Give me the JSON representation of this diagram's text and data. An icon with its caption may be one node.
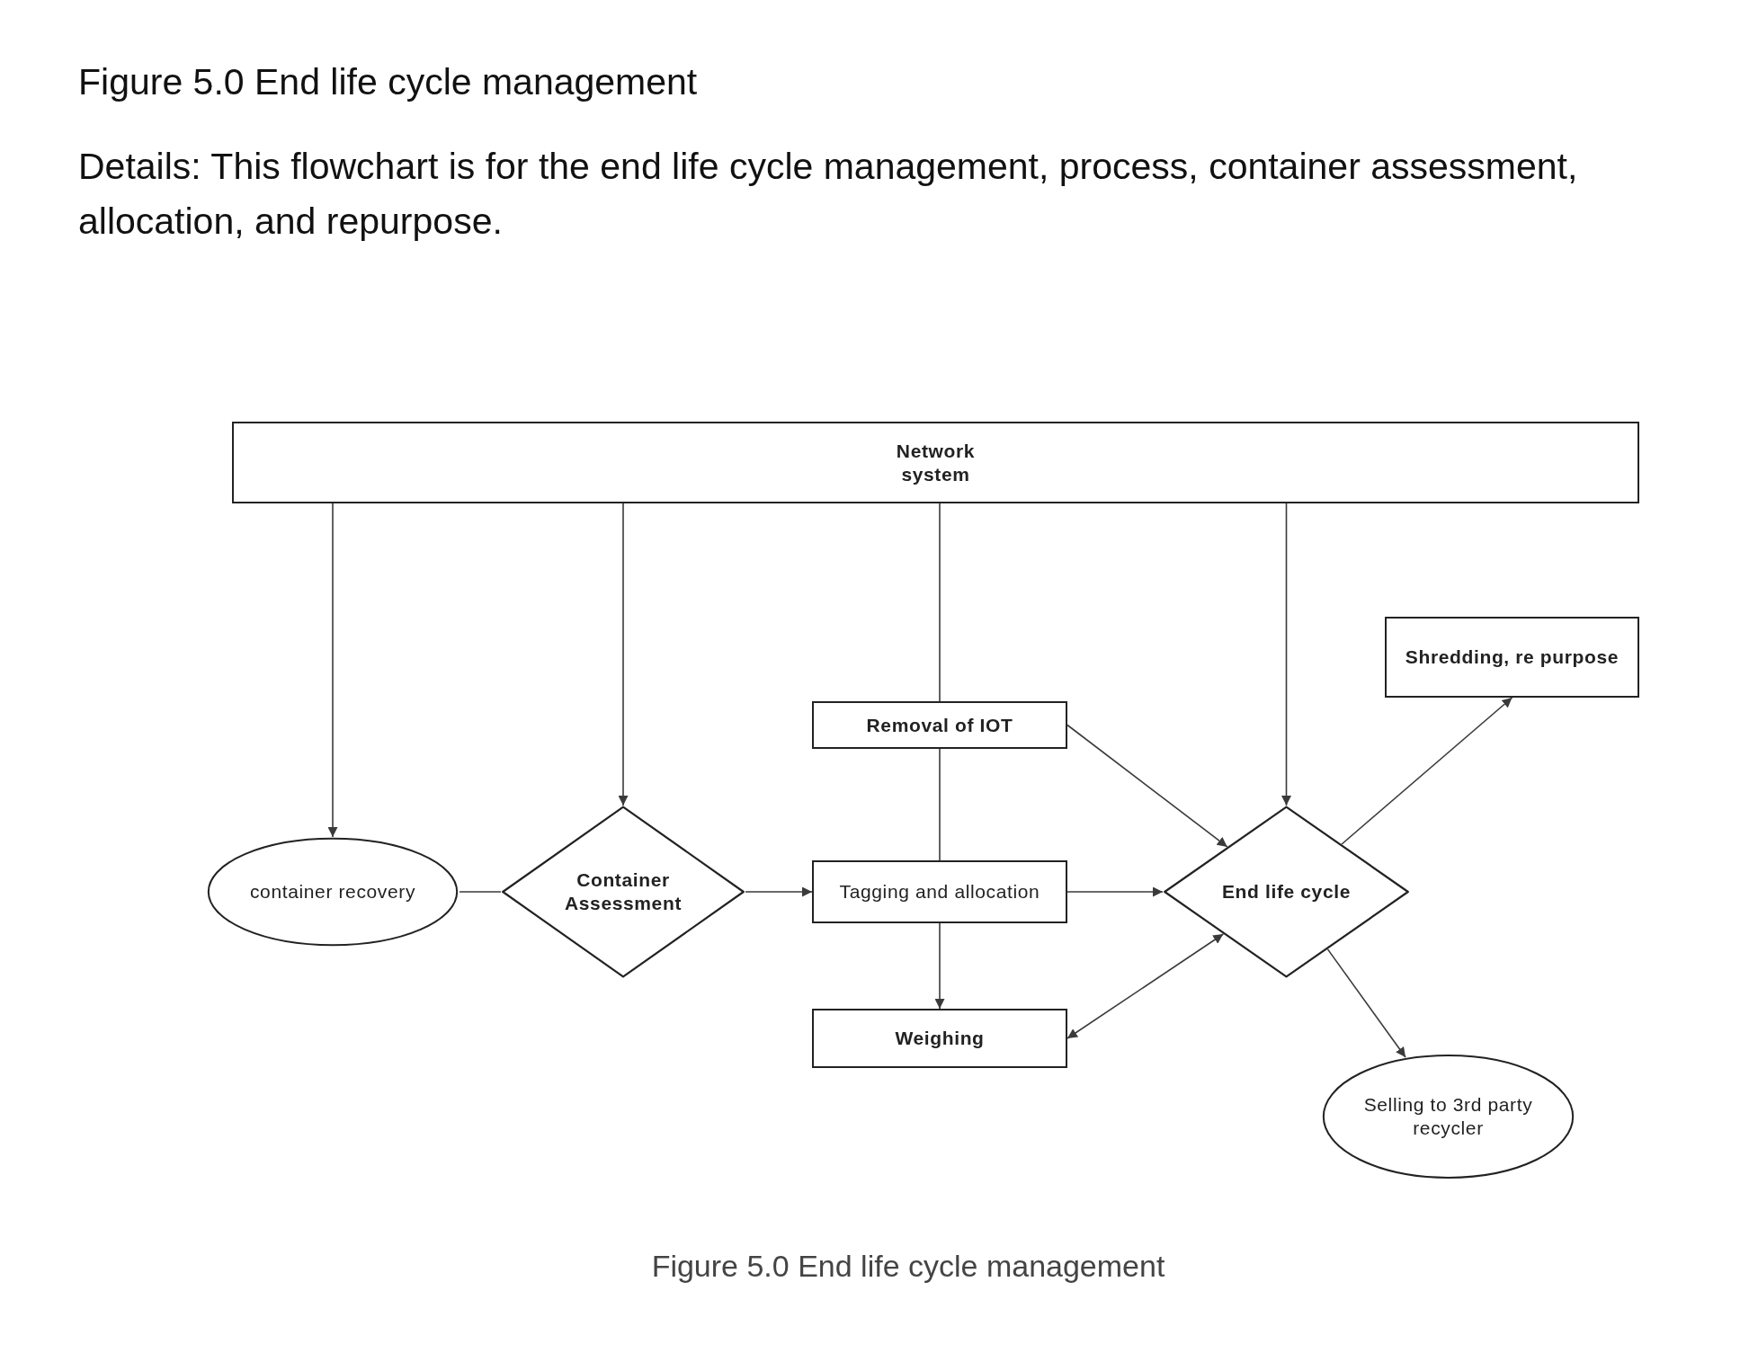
{
  "diagram": {
    "title": "Figure 5.0 End life cycle management",
    "caption": "Figure 5.0 End life cycle management",
    "nodes": [
      {
        "text": [
          "Network system"
        ]
      },
      {
        "text": [
          "Shredding, re purpose"
        ]
      },
      {
        "text": [
          "Removal of IOT"
        ]
      },
      {
        "text": [
          "container recovery"
        ]
      },
      {
        "text": [
          "Container Assessment"
        ]
      },
      {
        "text": [
          "Tagging and allocation"
        ]
      },
      {
        "text": [
          "End life cycle"
        ]
      },
      {
        "text": [
          "Weighing"
        ]
      },
      {
        "text": [
          "Selling to 3rd party recycler"
        ]
      }
    ],
    "edges": [
      {
        "from": 0,
        "to": 3,
        "arrow": "to"
      },
      {
        "from": 0,
        "to": 4,
        "arrow": "to"
      },
      {
        "from": 0,
        "to": 2,
        "arrow": "none"
      },
      {
        "from": 0,
        "to": 6,
        "arrow": "to"
      },
      {
        "from": 3,
        "to": 4,
        "arrow": "none"
      },
      {
        "from": 4,
        "to": 5,
        "arrow": "to"
      },
      {
        "from": 2,
        "to": 5,
        "arrow": "none"
      },
      {
        "from": 5,
        "to": 7,
        "arrow": "to"
      },
      {
        "from": 5,
        "to": 6,
        "arrow": "to"
      },
      {
        "from": 2,
        "to": 6,
        "arrow": "to"
      },
      {
        "from": 6,
        "to": 7,
        "arrow": "both"
      },
      {
        "from": 6,
        "to": 1,
        "arrow": "to"
      },
      {
        "from": 6,
        "to": 8,
        "arrow": "to"
      }
    ],
    "labels": [
      "Details: This flowchart is for the end life cycle management, process, container assessment, allocation, and repurpose."
    ]
  }
}
